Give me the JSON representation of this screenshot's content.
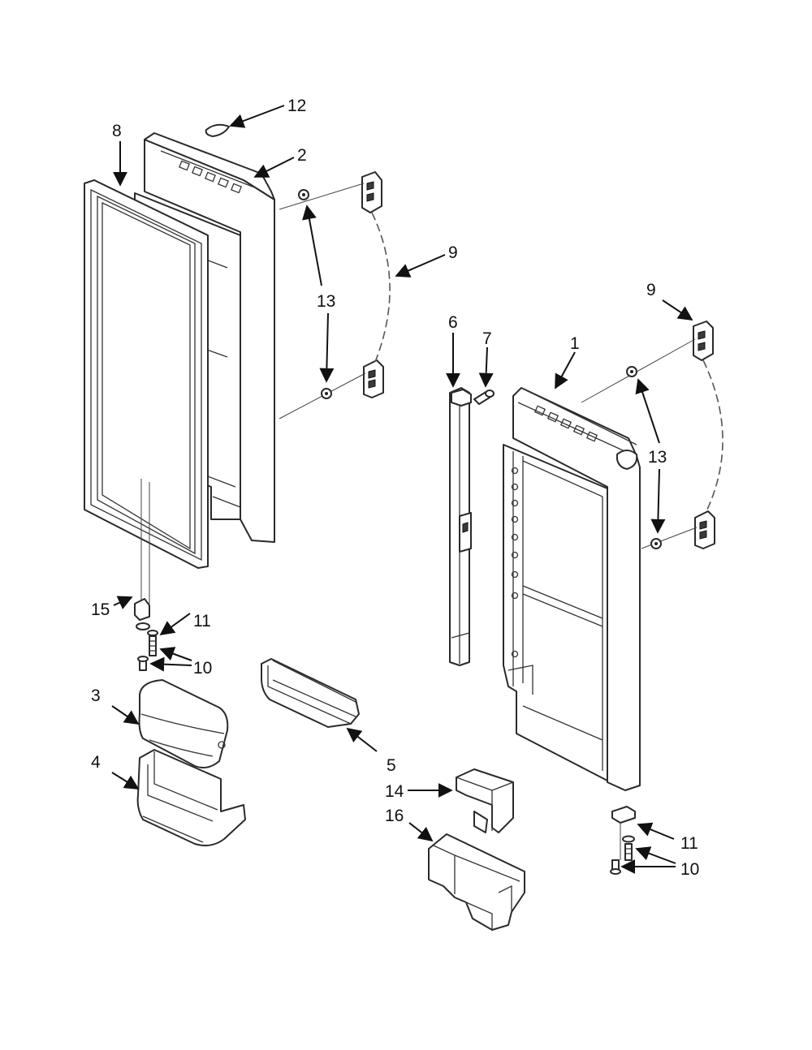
{
  "callouts": {
    "c1": "1",
    "c2": "2",
    "c3": "3",
    "c4": "4",
    "c5": "5",
    "c6": "6",
    "c7": "7",
    "c8": "8",
    "c9_left": "9",
    "c9_right": "9",
    "c10_left": "10",
    "c10_right": "10",
    "c11_left": "11",
    "c11_right": "11",
    "c12": "12",
    "c13_left": "13",
    "c13_right": "13",
    "c14": "14",
    "c15": "15",
    "c16": "16"
  }
}
